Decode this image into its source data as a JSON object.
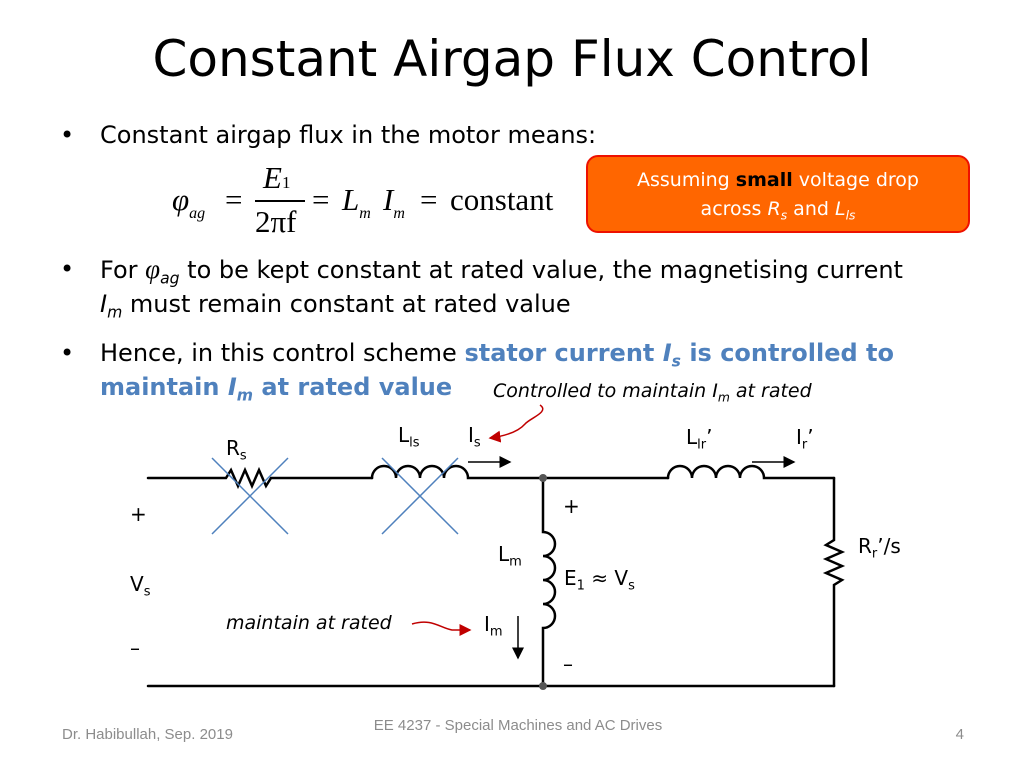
{
  "slide": {
    "title": "Constant Airgap Flux Control",
    "bullets": {
      "b1": "Constant airgap flux in the motor means:",
      "b2_pre": "For ",
      "b2_sym": "φ",
      "b2_sub": "ag",
      "b2_mid": " to be kept constant at rated value, the magnetising current",
      "b2_line2_sym": "I",
      "b2_line2_sub": "m",
      "b2_line2_rest": " must remain constant at rated value",
      "b3_pre": "Hence, in this control scheme ",
      "b3_blue1": "stator current ",
      "b3_blue_sym": "I",
      "b3_blue_sub": "s",
      "b3_blue2": " is controlled to",
      "b3_line2_a": "maintain ",
      "b3_line2_sym": "I",
      "b3_line2_sub": "m",
      "b3_line2_b": " at rated value"
    },
    "equation": {
      "phi": "φ",
      "phi_sub": "ag",
      "eq": "=",
      "num": "E",
      "num_sub": "1",
      "den": "2πf",
      "L": "L",
      "L_sub": "m",
      "I": "I",
      "I_sub": "m",
      "const": "constant"
    },
    "callout": {
      "line1_a": "Assuming ",
      "line1_bold": "small",
      "line1_b": " voltage drop",
      "line2_a": "across ",
      "line2_R": "R",
      "line2_R_sub": "s",
      "line2_and": " and ",
      "line2_L": "L",
      "line2_L_sub": "ls"
    },
    "circuit": {
      "Rs": "R",
      "Rs_sub": "s",
      "Lls": "L",
      "Lls_sub": "ls",
      "Is": "I",
      "Is_sub": "s",
      "Llr": "L",
      "Llr_sub": "lr",
      "Llr_suffix": "’",
      "Ir": "I",
      "Ir_sub": "r",
      "Ir_suffix": "’",
      "Rr": "R",
      "Rr_sub": "r",
      "Rr_suffix": "’/s",
      "plus_left": "+",
      "Vs": "V",
      "Vs_sub": "s",
      "minus_left": "–",
      "plus_mid": "+",
      "minus_mid": "–",
      "Lm": "L",
      "Lm_sub": "m",
      "E1": "E",
      "E1_sub": "1",
      "E1_approx": " ≈ V",
      "E1_approx_sub": "s",
      "Im": "I",
      "Im_sub": "m",
      "note_top_a": "Controlled to maintain I",
      "note_top_sub": "m",
      "note_top_b": " at rated",
      "note_left": "maintain at rated"
    },
    "footer": {
      "left": "Dr. Habibullah, Sep. 2019",
      "center": "EE 4237 - Special Machines and AC Drives",
      "page": "4"
    }
  }
}
